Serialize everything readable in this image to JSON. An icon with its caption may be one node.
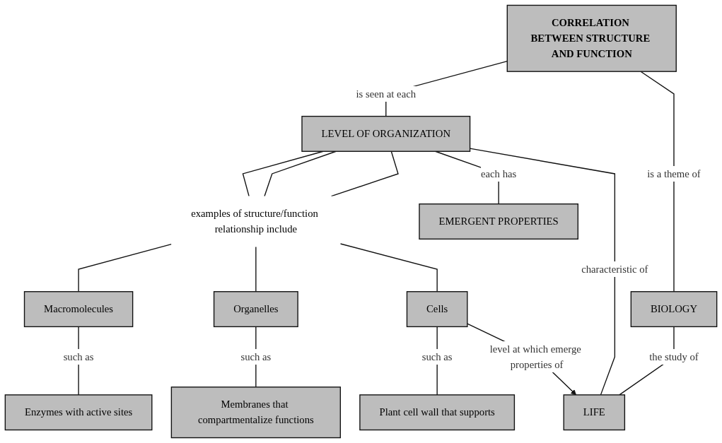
{
  "diagram": {
    "nodes": [
      {
        "text": [
          "CORRELATION BETWEEN STRUCTURE AND FUNCTION"
        ]
      },
      {
        "text": [
          "LEVEL OF ORGANIZATION"
        ]
      },
      {
        "text": [
          "BIOLOGY"
        ]
      },
      {
        "text": [
          "examples of structure/function relationship include"
        ]
      },
      {
        "text": [
          "LIFE"
        ]
      },
      {
        "text": [
          "EMERGENT PROPERTIES"
        ]
      },
      {
        "text": [
          "Macromolecules"
        ]
      },
      {
        "text": [
          "Organelles"
        ]
      },
      {
        "text": [
          "Cells"
        ]
      },
      {
        "text": [
          "Enzymes with active sites"
        ]
      },
      {
        "text": [
          "Membranes that compartmentalize functions"
        ]
      },
      {
        "text": [
          "Plant cell wall that supports"
        ]
      }
    ],
    "edges": [
      {
        "from": 0,
        "to": 1,
        "label": "is seen at each",
        "arrow": "none"
      },
      {
        "from": 0,
        "to": 2,
        "label": "is a theme of",
        "arrow": "none"
      },
      {
        "from": 2,
        "to": 4,
        "label": "the study of",
        "arrow": "none"
      },
      {
        "from": 1,
        "to": 5,
        "label": "each has",
        "arrow": "none"
      },
      {
        "from": 1,
        "to": 3,
        "arrow": "none"
      },
      {
        "from": 1,
        "to": 3,
        "arrow": "none"
      },
      {
        "from": 1,
        "to": 3,
        "arrow": "none"
      },
      {
        "from": 1,
        "to": 4,
        "label": "characteristic of",
        "arrow": "none"
      },
      {
        "from": 3,
        "to": 6,
        "arrow": "none"
      },
      {
        "from": 3,
        "to": 7,
        "arrow": "none"
      },
      {
        "from": 3,
        "to": 8,
        "arrow": "none"
      },
      {
        "from": 8,
        "to": 4,
        "label": "level at which emerge properties of",
        "arrow": "to"
      },
      {
        "from": 6,
        "to": 9,
        "label": "such as",
        "arrow": "none"
      },
      {
        "from": 7,
        "to": 10,
        "label": "such as",
        "arrow": "none"
      },
      {
        "from": 8,
        "to": 11,
        "label": "such as",
        "arrow": "none"
      }
    ]
  }
}
